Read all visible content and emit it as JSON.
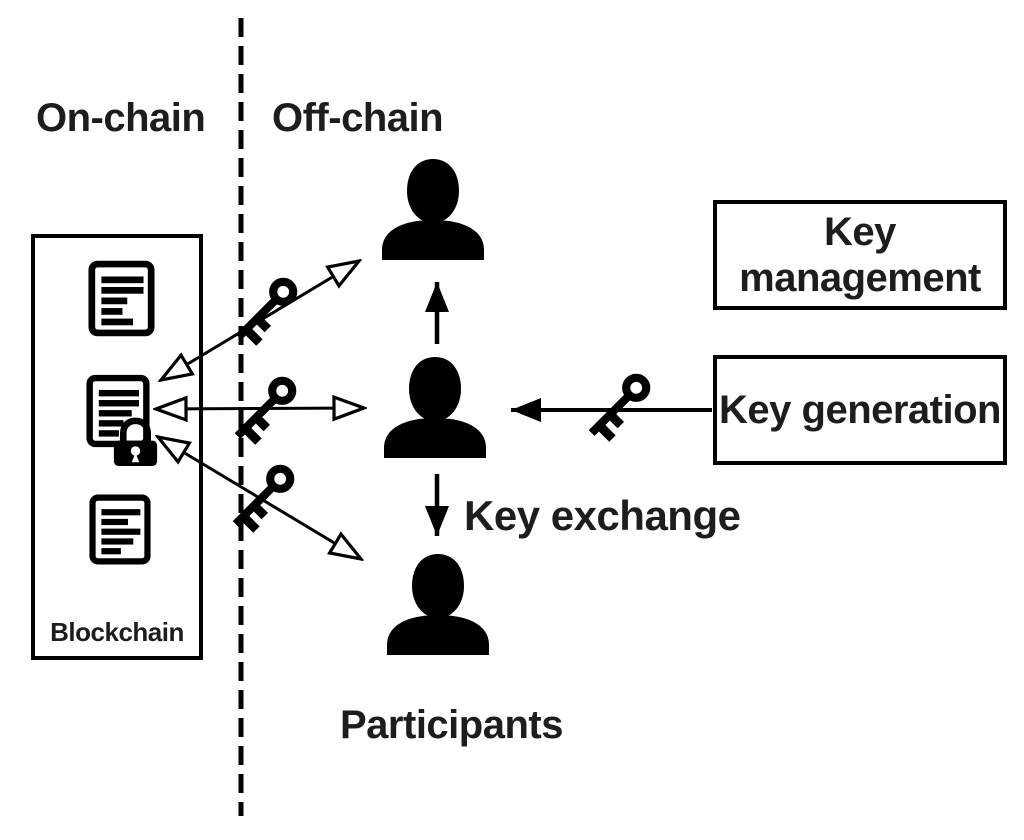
{
  "regions": {
    "on_chain": "On-chain",
    "off_chain": "Off-chain"
  },
  "blockchain": {
    "label": "Blockchain"
  },
  "boxes": {
    "key_management": "Key management",
    "key_generation": "Key generation"
  },
  "labels": {
    "key_exchange": "Key exchange",
    "participants": "Participants"
  },
  "icons": {
    "person": "person-silhouette-icon",
    "key": "key-icon",
    "document": "document-icon",
    "lock": "padlock-icon"
  },
  "colors": {
    "ink": "#1d1d1d",
    "line": "#000000",
    "background": "#ffffff"
  }
}
